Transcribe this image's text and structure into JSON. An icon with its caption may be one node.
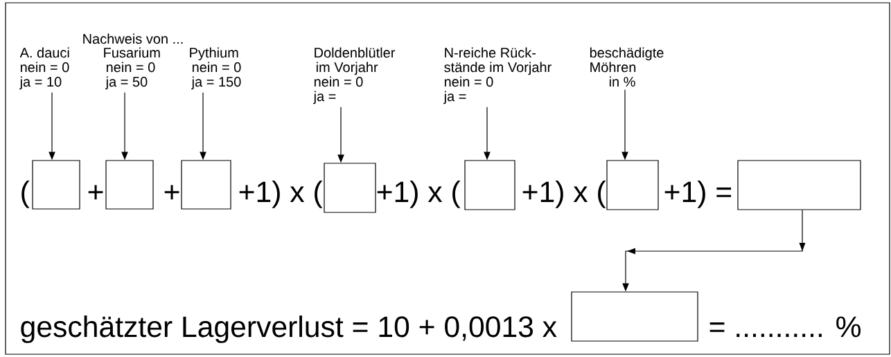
{
  "diagram": {
    "nodes": [
      {
        "text": [
          "A. dauci",
          "nein = 0",
          "ja = 10"
        ]
      },
      {
        "text": [
          "Fusarium",
          "nein = 0",
          "ja = 50"
        ]
      },
      {
        "text": [
          "Pythium",
          "nein = 0",
          "ja = 150"
        ]
      },
      {
        "text": [
          "Doldenblütler",
          "im Vorjahr",
          "nein = 0",
          "ja ="
        ]
      },
      {
        "text": [
          "N-reiche Rück-",
          "stände im Vorjahr",
          "nein = 0",
          "ja ="
        ]
      },
      {
        "text": [
          "beschädigte",
          "Möhren",
          "in %"
        ]
      },
      {
        "text": [],
        "shape": "box"
      },
      {
        "text": [],
        "shape": "box"
      },
      {
        "text": [],
        "shape": "box"
      },
      {
        "text": [],
        "shape": "box"
      },
      {
        "text": [],
        "shape": "box"
      },
      {
        "text": [],
        "shape": "box"
      },
      {
        "text": [],
        "shape": "box"
      },
      {
        "text": [],
        "shape": "box"
      }
    ],
    "edges": [
      {
        "from": 0,
        "to": 6,
        "arrow": "to"
      },
      {
        "from": 1,
        "to": 7,
        "arrow": "to"
      },
      {
        "from": 2,
        "to": 8,
        "arrow": "to"
      },
      {
        "from": 3,
        "to": 9,
        "arrow": "to"
      },
      {
        "from": 4,
        "to": 10,
        "arrow": "to"
      },
      {
        "from": 5,
        "to": 11,
        "arrow": "to"
      },
      {
        "from": 12,
        "to": 13,
        "arrow": "to"
      }
    ],
    "labels": [
      "Nachweis von ...",
      "(",
      "+",
      "+",
      "+1) x (",
      "+1) x (",
      "+1) x (",
      "+1) =",
      "geschätzter Lagerverlust = 10 + 0,0013 x",
      "= ........... %"
    ]
  }
}
